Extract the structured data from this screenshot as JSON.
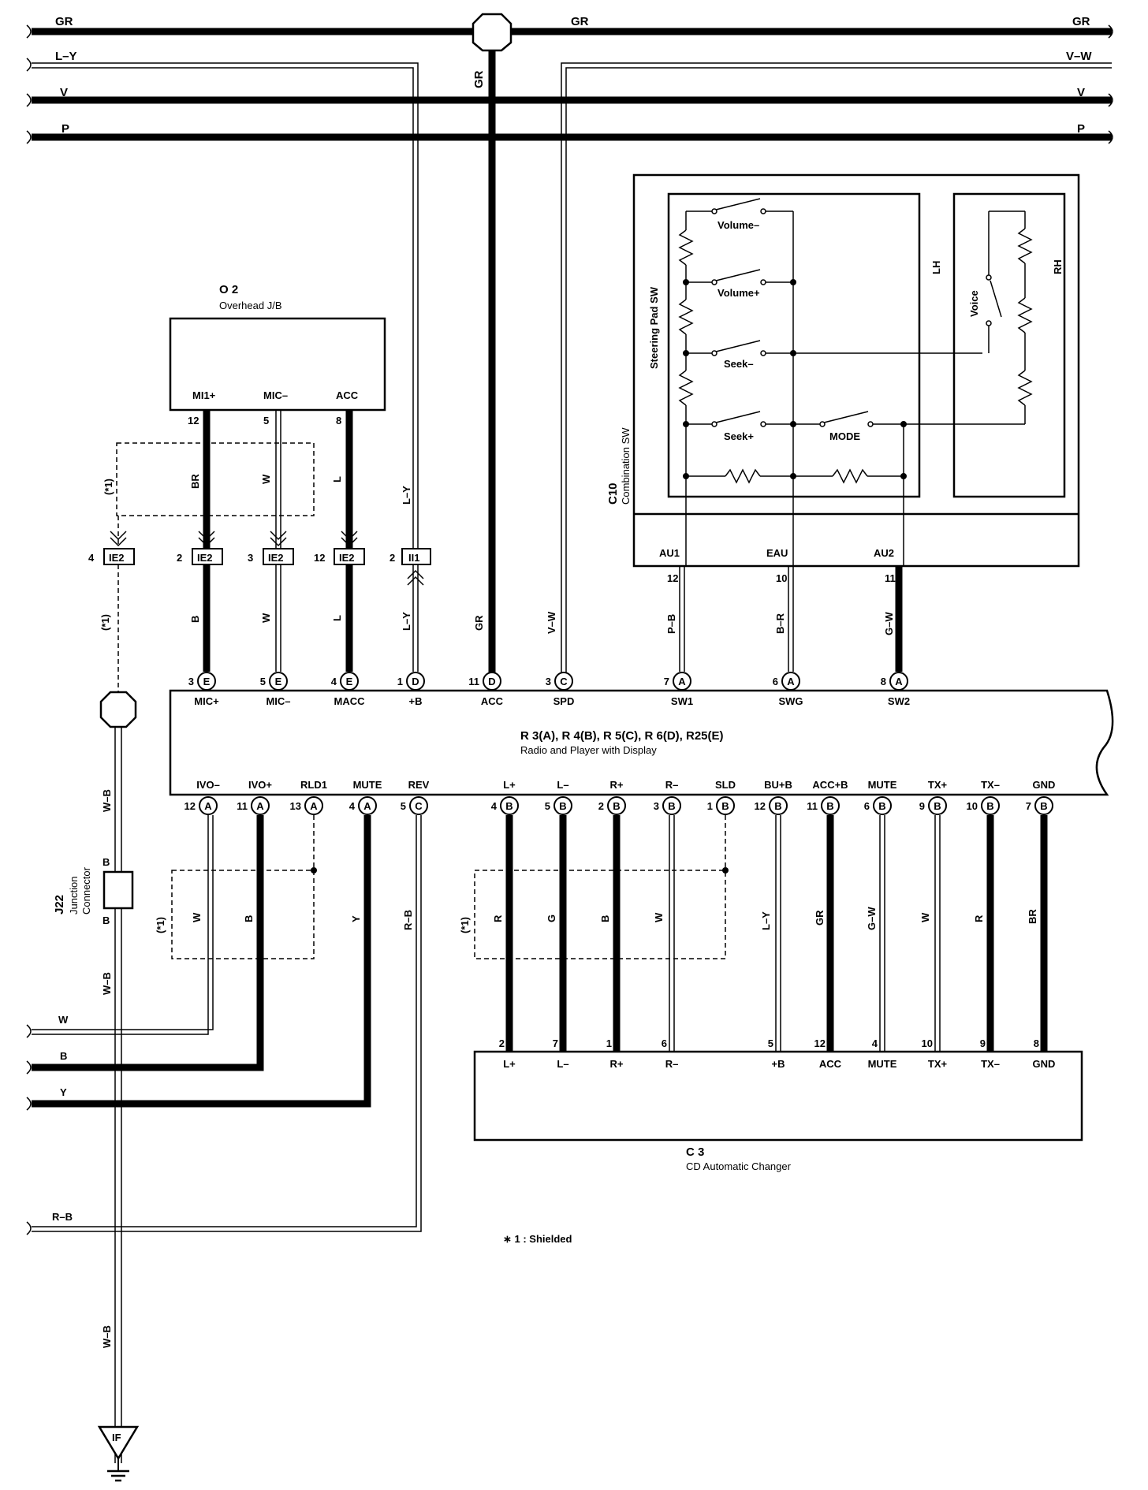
{
  "bus_wires": [
    "GR",
    "L–Y",
    "V",
    "P"
  ],
  "bus_right_labels": [
    "GR",
    "V–W",
    "V",
    "P"
  ],
  "gr_mid": "GR",
  "o2": {
    "code": "O 2",
    "name": "Overhead J/B",
    "pins": [
      "MI1+",
      "MIC–",
      "ACC"
    ],
    "pin_nums": [
      "12",
      "5",
      "8"
    ]
  },
  "c10": {
    "code": "C10",
    "name": "Combination SW",
    "pad": "Steering Pad SW",
    "lh": "LH",
    "rh": "RH",
    "switches": [
      "Volume–",
      "Volume+",
      "Seek–",
      "Seek+",
      "MODE",
      "Voice"
    ],
    "pins": [
      "AU1",
      "EAU",
      "AU2"
    ],
    "pin_nums": [
      "12",
      "10",
      "11"
    ]
  },
  "connectors": {
    "ie2": "IE2",
    "ii1": "II1",
    "nums": [
      "4",
      "2",
      "3",
      "12",
      "2"
    ]
  },
  "shield_note": "(*1)",
  "wire_colors_upper": [
    "BR",
    "W",
    "L",
    "L–Y"
  ],
  "wire_colors_mid": [
    "(*1)",
    "B",
    "W",
    "L",
    "L–Y",
    "GR",
    "V–W",
    "P–B",
    "B–R",
    "G–W"
  ],
  "radio": {
    "title": "R 3(A), R 4(B), R 5(C), R 6(D), R25(E)",
    "name": "Radio and Player with Display",
    "top_pins": [
      {
        "num": "3",
        "conn": "E",
        "name": "MIC+"
      },
      {
        "num": "5",
        "conn": "E",
        "name": "MIC–"
      },
      {
        "num": "4",
        "conn": "E",
        "name": "MACC"
      },
      {
        "num": "1",
        "conn": "D",
        "name": "+B"
      },
      {
        "num": "11",
        "conn": "D",
        "name": "ACC"
      },
      {
        "num": "3",
        "conn": "C",
        "name": "SPD"
      },
      {
        "num": "7",
        "conn": "A",
        "name": "SW1"
      },
      {
        "num": "6",
        "conn": "A",
        "name": "SWG"
      },
      {
        "num": "8",
        "conn": "A",
        "name": "SW2"
      }
    ],
    "bottom_pins": [
      {
        "num": "12",
        "conn": "A",
        "name": "IVO–"
      },
      {
        "num": "11",
        "conn": "A",
        "name": "IVO+"
      },
      {
        "num": "13",
        "conn": "A",
        "name": "RLD1"
      },
      {
        "num": "4",
        "conn": "A",
        "name": "MUTE"
      },
      {
        "num": "5",
        "conn": "C",
        "name": "REV"
      },
      {
        "num": "4",
        "conn": "B",
        "name": "L+"
      },
      {
        "num": "5",
        "conn": "B",
        "name": "L–"
      },
      {
        "num": "2",
        "conn": "B",
        "name": "R+"
      },
      {
        "num": "3",
        "conn": "B",
        "name": "R–"
      },
      {
        "num": "1",
        "conn": "B",
        "name": "SLD"
      },
      {
        "num": "12",
        "conn": "B",
        "name": "BU+B"
      },
      {
        "num": "11",
        "conn": "B",
        "name": "ACC+B"
      },
      {
        "num": "6",
        "conn": "B",
        "name": "MUTE"
      },
      {
        "num": "9",
        "conn": "B",
        "name": "TX+"
      },
      {
        "num": "10",
        "conn": "B",
        "name": "TX–"
      },
      {
        "num": "7",
        "conn": "B",
        "name": "GND"
      }
    ]
  },
  "lower_wire_colors": [
    "W",
    "B",
    "Y",
    "R–B",
    "R",
    "G",
    "B",
    "W",
    "L–Y",
    "GR",
    "G–W",
    "W",
    "R",
    "BR"
  ],
  "c3": {
    "code": "C 3",
    "name": "CD Automatic Changer",
    "pins": [
      "L+",
      "L–",
      "R+",
      "R–",
      "+B",
      "ACC",
      "MUTE",
      "TX+",
      "TX–",
      "GND"
    ],
    "pin_nums": [
      "2",
      "7",
      "1",
      "6",
      "5",
      "12",
      "4",
      "10",
      "9",
      "8"
    ]
  },
  "j22": {
    "code": "J22",
    "name1": "Junction",
    "name2": "Connector",
    "pin": "B"
  },
  "wb": "W–B",
  "left_out": [
    "W",
    "B",
    "Y",
    "R–B"
  ],
  "ground": "IF",
  "note": "∗ 1 : Shielded"
}
